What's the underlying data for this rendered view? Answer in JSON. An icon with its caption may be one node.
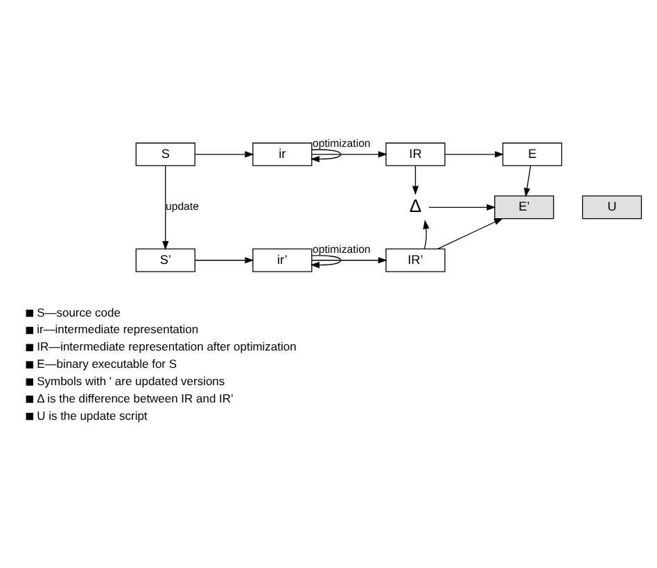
{
  "diagram": {
    "nodes": [
      {
        "text": [
          "S"
        ]
      },
      {
        "text": [
          "ir"
        ]
      },
      {
        "text": [
          "IR"
        ]
      },
      {
        "text": [
          "E"
        ]
      },
      {
        "text": [
          "S’"
        ]
      },
      {
        "text": [
          "ir’"
        ]
      },
      {
        "text": [
          "IR’"
        ]
      },
      {
        "text": [
          "Δ"
        ]
      },
      {
        "text": [
          "E’"
        ]
      },
      {
        "text": [
          "U"
        ]
      }
    ],
    "edges": [
      {
        "from": 0,
        "to": 1,
        "arrow": "to"
      },
      {
        "from": 1,
        "to": 1,
        "arrow": "to",
        "label": "optimization"
      },
      {
        "from": 1,
        "to": 2,
        "arrow": "to"
      },
      {
        "from": 2,
        "to": 3,
        "arrow": "to"
      },
      {
        "from": 0,
        "to": 4,
        "arrow": "to",
        "label": "update"
      },
      {
        "from": 2,
        "to": 7,
        "arrow": "to"
      },
      {
        "from": 3,
        "to": 8,
        "arrow": "to"
      },
      {
        "from": 7,
        "to": 8,
        "arrow": "to"
      },
      {
        "from": 4,
        "to": 5,
        "arrow": "to"
      },
      {
        "from": 5,
        "to": 5,
        "arrow": "to",
        "label": "optimization"
      },
      {
        "from": 5,
        "to": 6,
        "arrow": "to"
      },
      {
        "from": 6,
        "to": 7,
        "arrow": "to"
      },
      {
        "from": 6,
        "to": 8,
        "arrow": "to"
      }
    ],
    "labels": [
      "S—source code",
      "ir—intermediate representation",
      "IR—intermediate representation after optimization",
      "E—binary executable for S",
      "Symbols with ' are updated versions",
      "Δ is the difference between IR and IR’",
      "U is the update script"
    ]
  }
}
